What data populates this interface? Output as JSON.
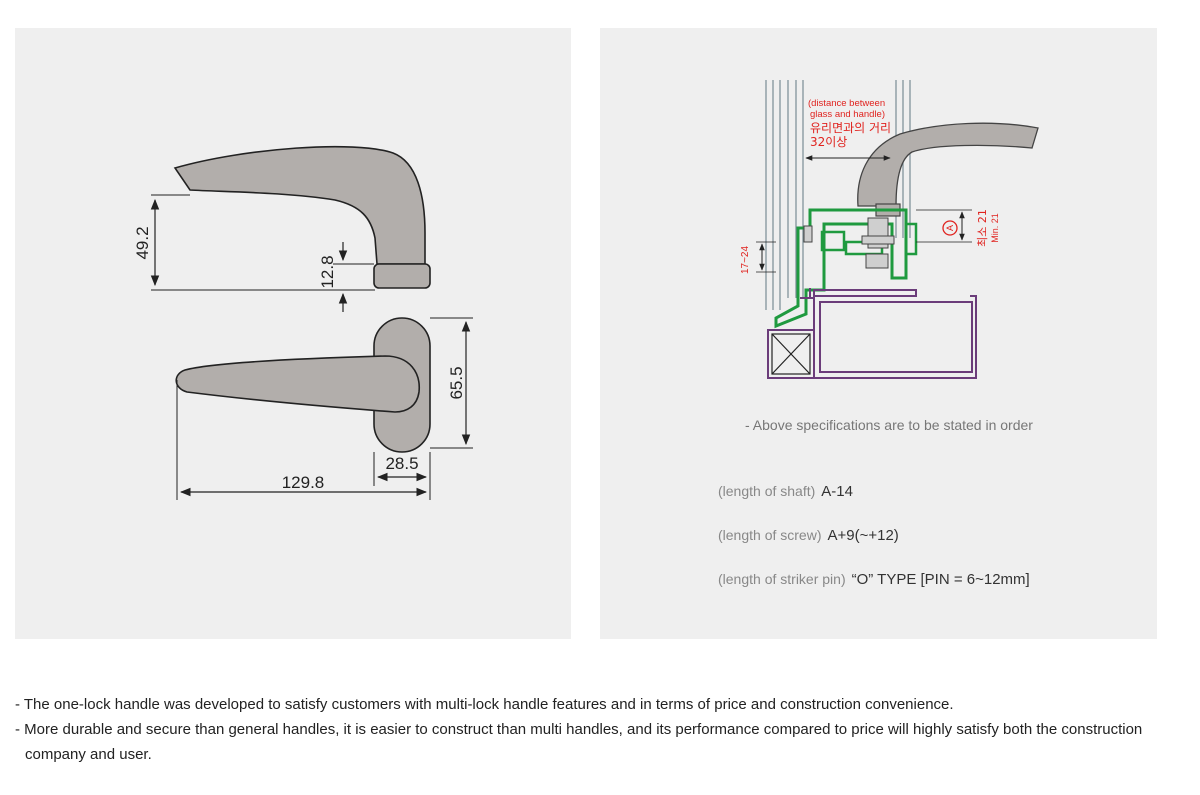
{
  "left_diagram": {
    "dim_height_total": "49.2",
    "dim_base_height": "12.8",
    "dim_plate_height": "65.5",
    "dim_plate_width": "28.5",
    "dim_total_length": "129.8"
  },
  "right_diagram": {
    "callout_en_line1": "(distance between",
    "callout_en_line2": "glass and handle)",
    "callout_ko_line1": "유리면과의 거리",
    "callout_ko_line2": "32이상",
    "range_label": "17~24",
    "marker_letter": "A",
    "min_label_ko": "최소 21",
    "min_label_en": "Min. 21",
    "note": "- Above specifications are to be stated in order",
    "specs": [
      {
        "label": "(length of shaft)",
        "value": "A-14"
      },
      {
        "label": "(length of screw)",
        "value": "A+9(~+12)"
      },
      {
        "label": "(length of striker pin)",
        "value": "“O” TYPE [PIN = 6~12mm]"
      }
    ]
  },
  "description": [
    "- The one-lock handle was developed to satisfy customers with multi-lock handle features and in terms of price and construction convenience.",
    "- More durable and secure than general handles, it is easier to construct than multi handles, and its performance compared to price will highly satisfy both the construction company and user."
  ],
  "colors": {
    "panel_bg": "#efefef",
    "handle_fill": "#b2aeab",
    "frame_green": "#1f9a3f",
    "frame_purple": "#6b3c7a",
    "callout_red": "#e0231f"
  }
}
